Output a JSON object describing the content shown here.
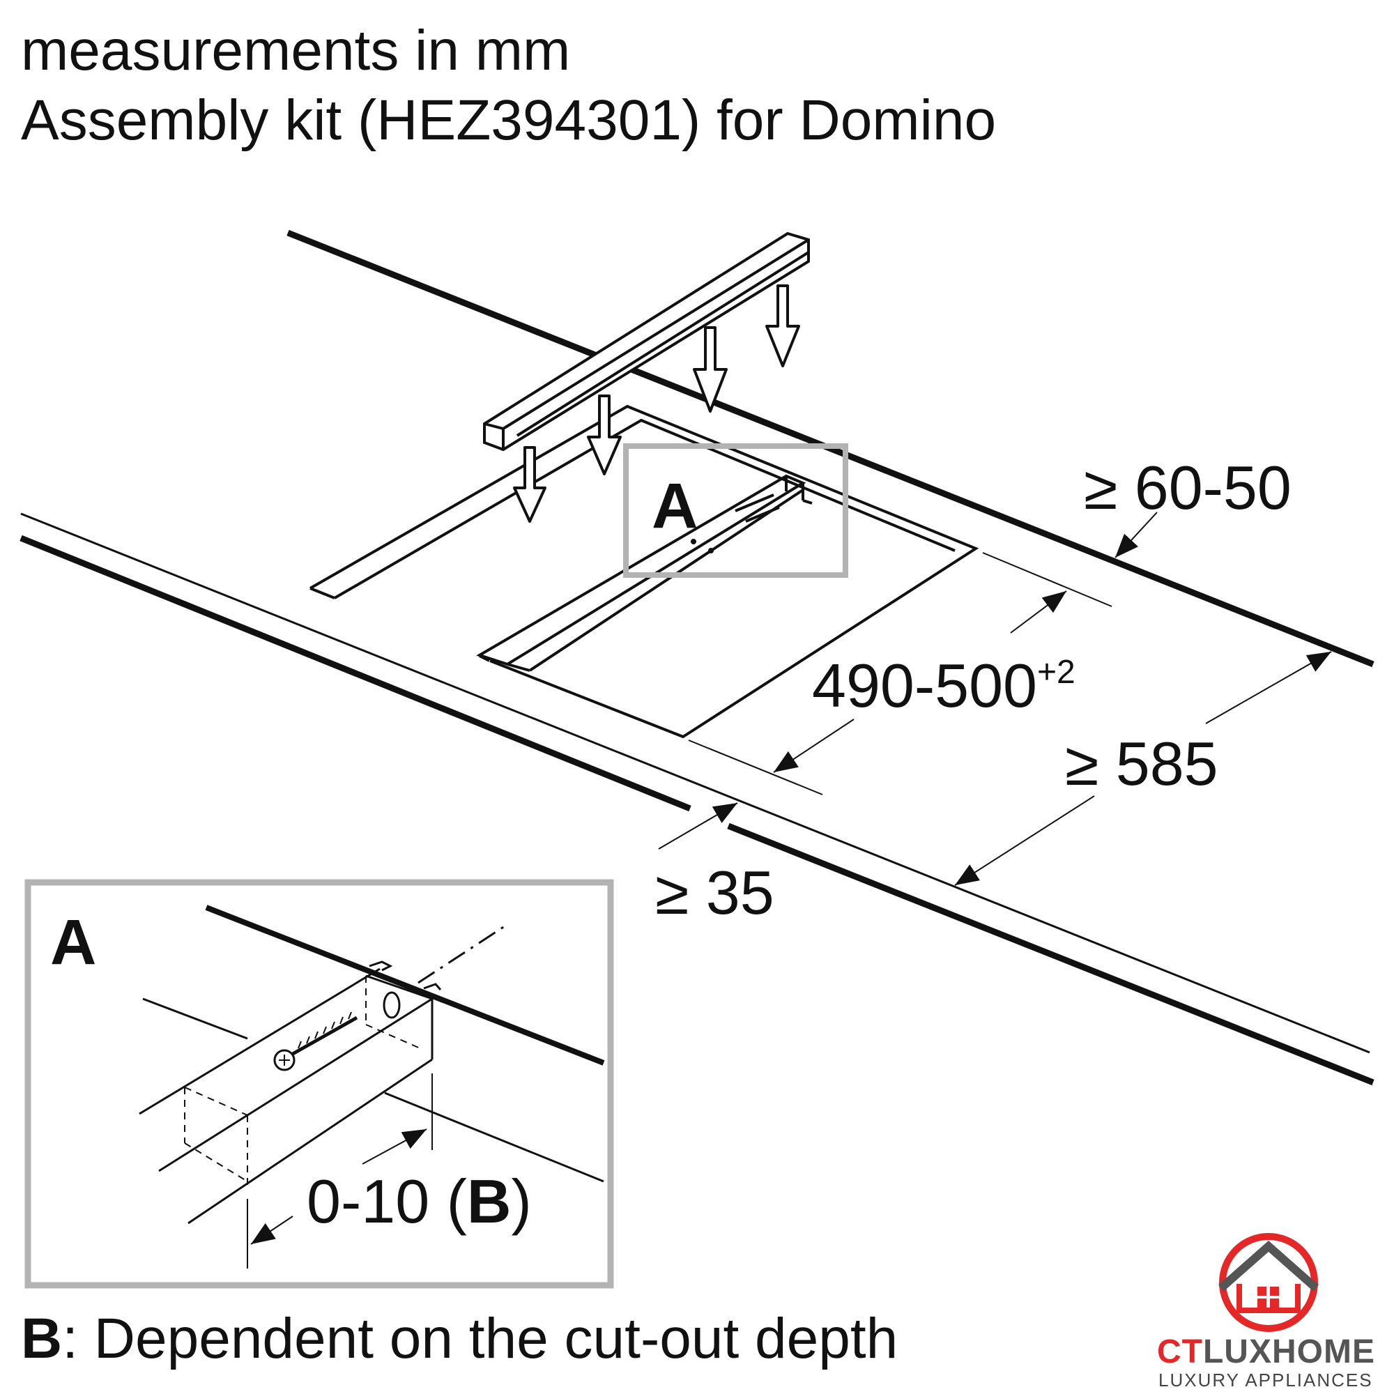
{
  "header": {
    "line1": "measurements in mm",
    "line2": "Assembly kit (HEZ394301) for Domino"
  },
  "callouts": {
    "detail_ref": "A",
    "inset_ref": "A"
  },
  "dimensions": {
    "rear_gap": "≥ 60-50",
    "cutout_depth": "490-500",
    "cutout_depth_tolerance": "+2",
    "worktop_depth": "≥ 585",
    "front_gap": "≥ 35",
    "inset_offset_value": "0-10 (",
    "inset_offset_ref": "B",
    "inset_offset_close": ")"
  },
  "footnote": {
    "ref": "B",
    "text": ": Dependent on the cut-out depth"
  },
  "logo": {
    "brand_part1": "CT",
    "brand_part2": "LUXHOME",
    "tagline": "LUXURY APPLIANCES",
    "colors": {
      "primary": "#e52727",
      "secondary": "#555555"
    }
  }
}
